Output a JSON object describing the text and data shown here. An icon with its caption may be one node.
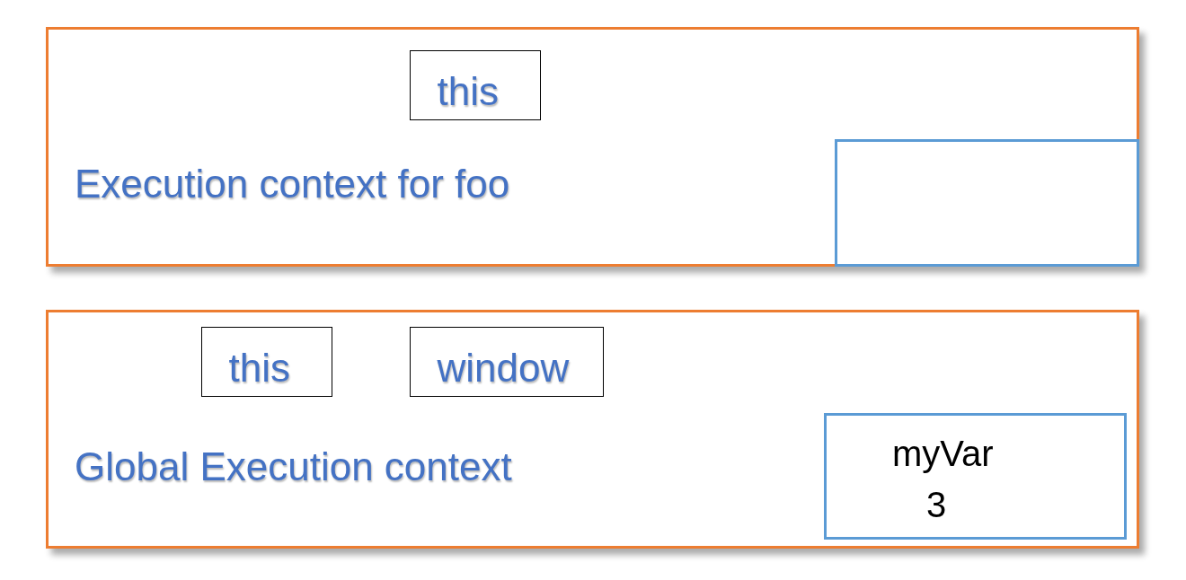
{
  "diagram": {
    "nodes": [
      {
        "text": [
          "Execution context for foo"
        ]
      },
      {
        "text": [
          "this"
        ],
        "in": 0
      },
      {
        "text": [],
        "shape": "box",
        "in": 0
      },
      {
        "text": [
          "Global Execution context"
        ]
      },
      {
        "text": [
          "this"
        ],
        "in": 3
      },
      {
        "text": [
          "window"
        ],
        "in": 3
      },
      {
        "text": [
          "myVar",
          "3"
        ],
        "in": 3
      }
    ]
  }
}
